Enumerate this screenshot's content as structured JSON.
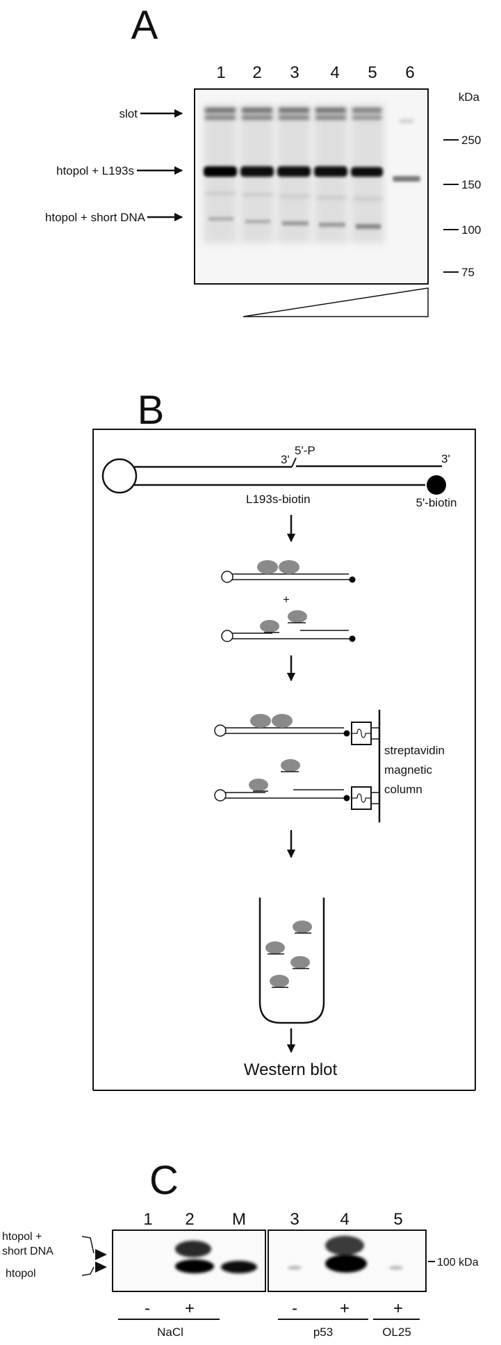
{
  "panel_a": {
    "letter": "A",
    "lanes": [
      "1",
      "2",
      "3",
      "4",
      "5",
      "6"
    ],
    "unit": "kDa",
    "markers": [
      "250",
      "150",
      "100",
      "75"
    ],
    "arrow_labels": {
      "slot": "slot",
      "complex": "htopol + L193s",
      "short": "htopol + short DNA"
    }
  },
  "panel_b": {
    "letter": "B",
    "labels": {
      "five_p": "5'-P",
      "three_top": "3'",
      "three_right": "3'",
      "substrate": "L193s-biotin",
      "five_biotin": "5'-biotin",
      "plus": "+",
      "column_l1": "streptavidin",
      "column_l2": "magnetic",
      "column_l3": "column",
      "western": "Western blot"
    }
  },
  "panel_c": {
    "letter": "C",
    "lanes": [
      "1",
      "2",
      "M",
      "3",
      "4",
      "5"
    ],
    "left_label_l1": "htopol +",
    "left_label_l2": "short DNA",
    "left_label_l3": "htopol",
    "marker": "100 kDa",
    "signs": [
      "-",
      "+",
      "-",
      "+",
      "+"
    ],
    "groups": [
      "NaCl",
      "p53",
      "OL25"
    ]
  }
}
